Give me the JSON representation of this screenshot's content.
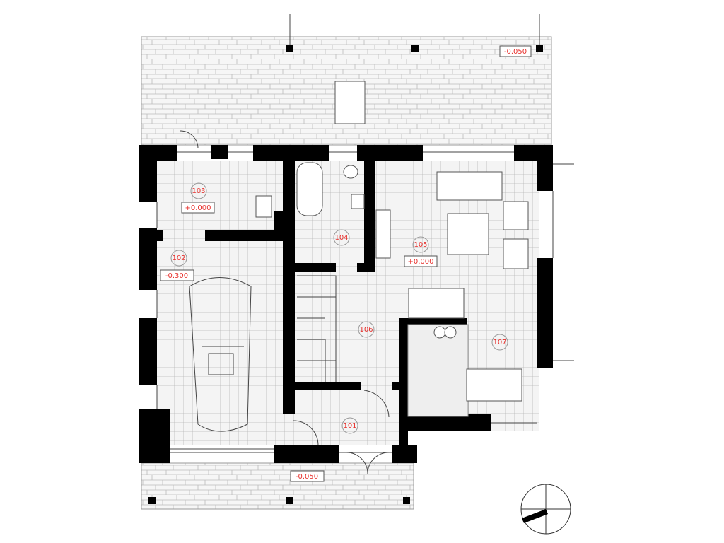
{
  "plan": {
    "rooms": [
      {
        "number": "101"
      },
      {
        "number": "102",
        "level": "-0.300"
      },
      {
        "number": "103",
        "level": "+0.000"
      },
      {
        "number": "104"
      },
      {
        "number": "105",
        "level": "+0.000"
      },
      {
        "number": "106"
      },
      {
        "number": "107"
      }
    ],
    "terrace_levels": {
      "top": "-0.050",
      "bottom": "-0.050"
    },
    "colors": {
      "wall": "#000000",
      "label": "#e8322e",
      "tile": "#f2f2f2"
    }
  }
}
